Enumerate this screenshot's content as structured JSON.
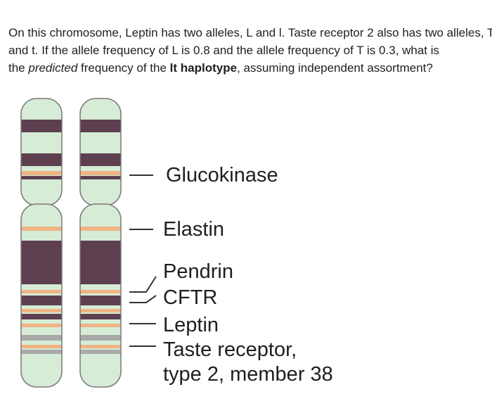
{
  "question": {
    "line1_a": "On this chromosome, Leptin has two alleles, L and l. Taste receptor 2 also has two alleles, T",
    "line2_a": "and t. If the allele frequency of L is 0.8 and the allele frequency of T is 0.3, what is",
    "line3_a": "the ",
    "line3_em": "predicted",
    "line3_b": " frequency of the ",
    "line3_strong": "lt haplotype",
    "line3_c": ", assuming independent assortment?"
  },
  "figure": {
    "genes": {
      "glucokinase": "Glucokinase",
      "elastin": "Elastin",
      "pendrin": "Pendrin",
      "cftr": "CFTR",
      "leptin": "Leptin",
      "taste_line1": "Taste receptor,",
      "taste_line2": "type 2, member 38"
    },
    "colors": {
      "chromosome_fill": "#d6ecd6",
      "chromosome_outline": "#7a7a7a",
      "dark_band": "#5e3f50",
      "orange_band": "#f0b383",
      "gray_band": "#a9a9a9",
      "leader_line": "#333333"
    }
  }
}
